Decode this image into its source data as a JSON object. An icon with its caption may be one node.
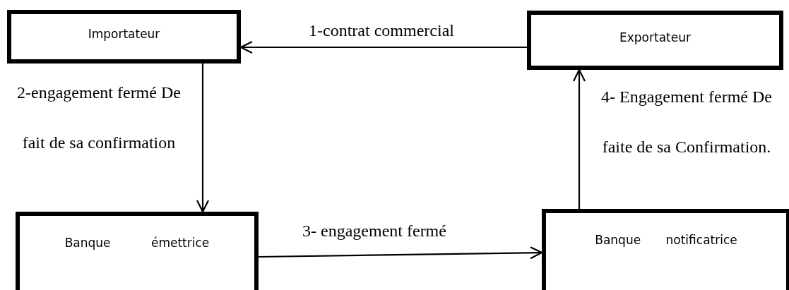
{
  "diagram": {
    "nodes": [
      {
        "text": [
          "Importateur"
        ]
      },
      {
        "text": [
          "Exportateur"
        ]
      },
      {
        "text": [
          "Banque émettrice"
        ]
      },
      {
        "text": [
          "Banque notificatrice"
        ]
      }
    ],
    "edges": [
      {
        "from": 1,
        "to": 0,
        "arrow": "to",
        "label": "1-contrat commercial"
      },
      {
        "from": 0,
        "to": 2,
        "arrow": "to",
        "label": "2-engagement fermé De fait de sa confirmation"
      },
      {
        "from": 2,
        "to": 3,
        "arrow": "to",
        "label": "3- engagement fermé"
      },
      {
        "from": 3,
        "to": 1,
        "arrow": "to",
        "label": "4- Engagement fermé De faite de sa Confirmation."
      }
    ]
  }
}
